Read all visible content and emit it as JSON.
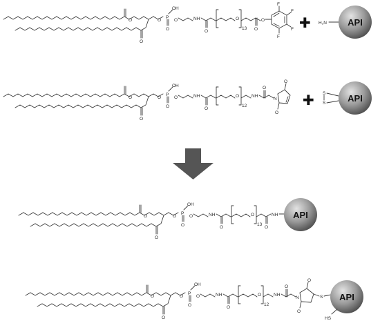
{
  "reactions": [
    {
      "id": "r1",
      "labels": {
        "oh": "OH",
        "p": "P",
        "nh": "NH",
        "o": "O",
        "count": "13",
        "f1": "F",
        "f2": "F",
        "f3": "F",
        "f4": "F",
        "amine": "H₂N"
      },
      "plus": "✚",
      "api": "API"
    },
    {
      "id": "r2",
      "labels": {
        "oh": "OH",
        "p": "P",
        "nh": "NH",
        "o": "O",
        "count": "12",
        "nh2": "NH",
        "n": "N",
        "s1": "S",
        "s2": "S"
      },
      "plus": "✚",
      "api": "API"
    },
    {
      "id": "p1",
      "labels": {
        "oh": "OH",
        "p": "P",
        "nh": "NH",
        "o": "O",
        "count": "13",
        "nh2": "NH"
      },
      "api": "API"
    },
    {
      "id": "p2",
      "labels": {
        "oh": "OH",
        "p": "P",
        "nh": "NH",
        "o": "O",
        "count": "12",
        "nh2": "NH",
        "n": "N",
        "s": "S",
        "hs": "HS"
      },
      "api": "API"
    }
  ],
  "colors": {
    "arrow": "#555555",
    "sphere_light": "#d8d8d8",
    "sphere_dark": "#5a5a5a"
  }
}
